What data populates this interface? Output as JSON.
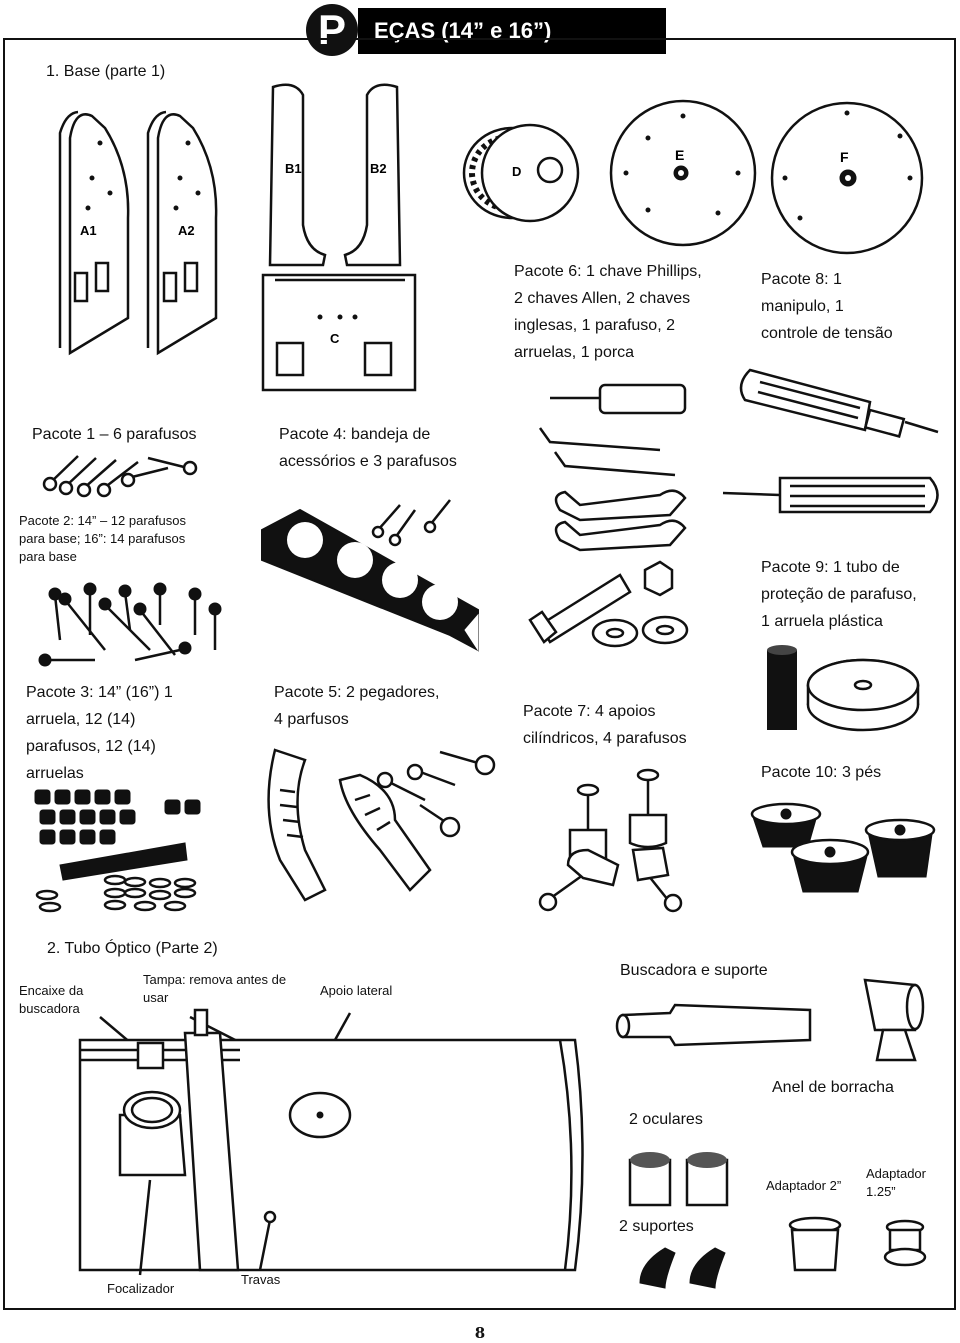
{
  "header": {
    "badge_letter": "P",
    "title": "EÇAS (14” e 16”)"
  },
  "section1": {
    "title": "1. Base (parte 1)",
    "part_labels": {
      "a1": "A1",
      "a2": "A2",
      "b1": "B1",
      "b2": "B2",
      "c": "C",
      "d": "D",
      "e": "E",
      "f": "F"
    },
    "pacote1": "Pacote 1 – 6 parafusos",
    "pacote2": [
      "Pacote 2: 14” – 12 parafusos",
      "para base; 16”: 14 parafusos",
      "para base"
    ],
    "pacote3": [
      "Pacote 3: 14” (16”) 1",
      "arruela, 12 (14)",
      "parafusos, 12 (14)",
      "arruelas"
    ],
    "pacote4": [
      "Pacote 4: bandeja de",
      "acessórios e 3 parafusos"
    ],
    "pacote5": [
      "Pacote 5: 2 pegadores,",
      "4 parfusos"
    ],
    "pacote6": [
      "Pacote 6: 1 chave Phillips,",
      "2 chaves Allen, 2 chaves",
      "inglesas, 1 parafuso, 2",
      "arruelas, 1 porca"
    ],
    "pacote7": [
      "Pacote 7: 4 apoios",
      "cilíndricos, 4 parafusos"
    ],
    "pacote8": [
      "Pacote 8: 1",
      "manipulo, 1",
      "controle de tensão"
    ],
    "pacote9": [
      "Pacote 9: 1 tubo de",
      "proteção de parafuso,",
      "1 arruela plástica"
    ],
    "pacote10": "Pacote 10: 3 pés"
  },
  "section2": {
    "title": "2. Tubo Óptico (Parte 2)",
    "encaixe": [
      "Encaixe da",
      "buscadora"
    ],
    "tampa": [
      "Tampa: remova antes de",
      "usar"
    ],
    "apoio": "Apoio lateral",
    "buscadora": "Buscadora e suporte",
    "anel": "Anel de borracha",
    "oculares": "2 oculares",
    "adaptador2": "Adaptador 2”",
    "adaptador125": [
      "Adaptador",
      "1.25”"
    ],
    "suportes": "2 suportes",
    "focalizador": "Focalizador",
    "travas": "Travas"
  },
  "page_number": "8"
}
